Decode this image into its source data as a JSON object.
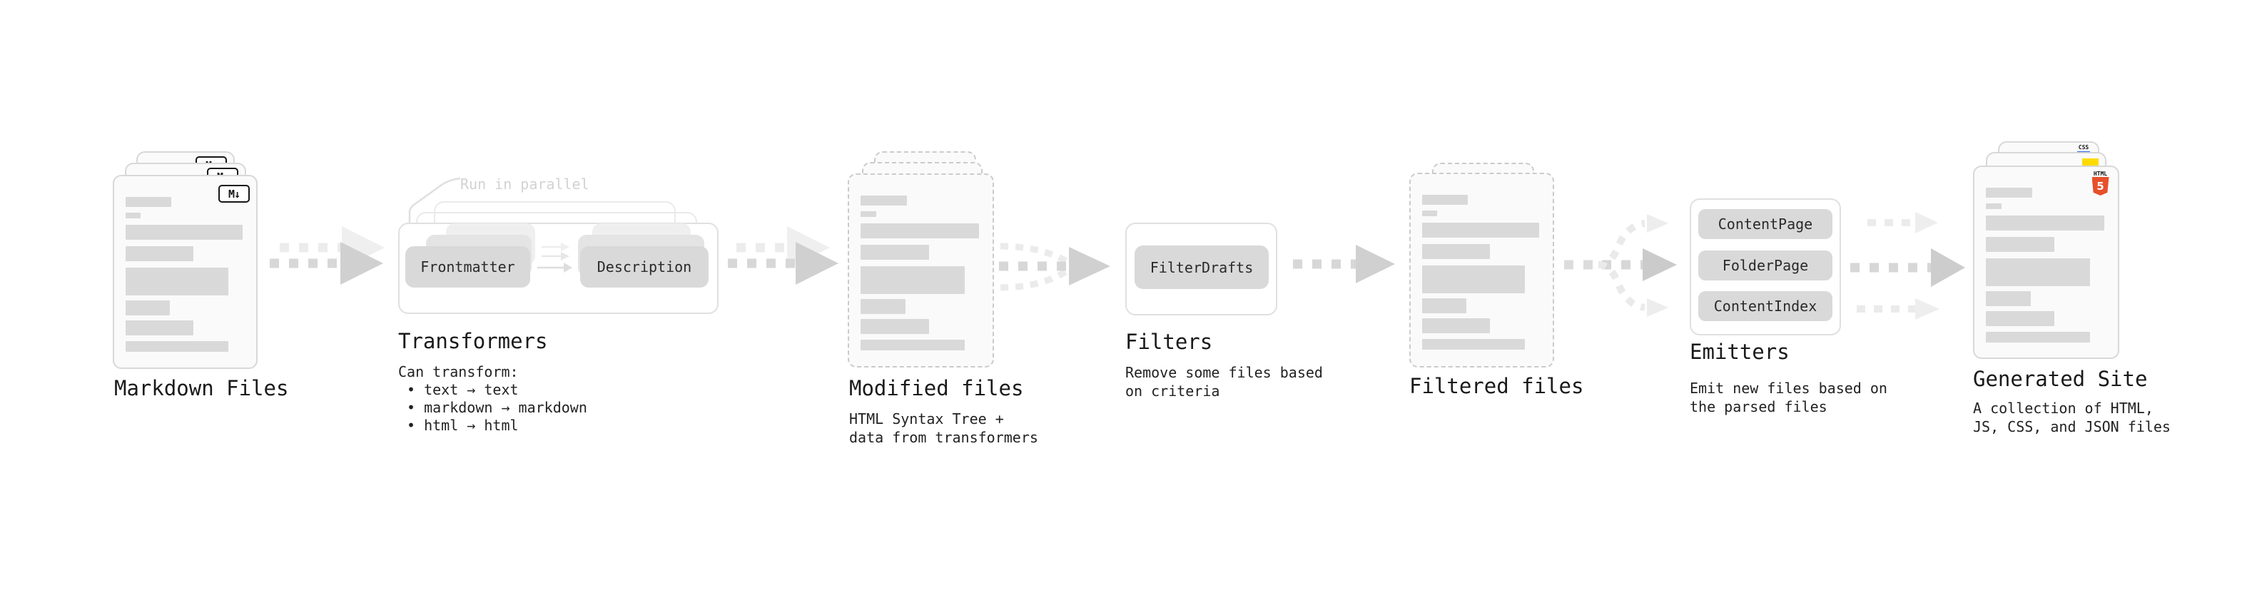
{
  "stages": {
    "markdown": {
      "label": "Markdown Files",
      "badge": "M↓"
    },
    "transformers": {
      "note": "Run in parallel",
      "pills": [
        "Frontmatter",
        "Description"
      ],
      "label": "Transformers",
      "desc_lines": [
        "Can transform:",
        "• text → text",
        "• markdown → markdown",
        "• html → html"
      ]
    },
    "modified": {
      "label": "Modified files",
      "desc_lines": [
        "HTML Syntax Tree +",
        "data from transformers"
      ]
    },
    "filters": {
      "pill": "FilterDrafts",
      "label": "Filters",
      "desc_lines": [
        "Remove some files based",
        "on criteria"
      ]
    },
    "filtered": {
      "label": "Filtered files"
    },
    "emitters": {
      "pills": [
        "ContentPage",
        "FolderPage",
        "ContentIndex"
      ],
      "label": "Emitters",
      "desc_lines": [
        "Emit new files based on",
        "the parsed files"
      ]
    },
    "generated": {
      "label": "Generated Site",
      "desc_lines": [
        "A collection of HTML,",
        "JS, CSS, and JSON files"
      ],
      "badges": {
        "css": "CSS",
        "html": "HTML",
        "html_number": "5"
      }
    }
  },
  "colors": {
    "html5_orange": "#E6502B",
    "js_yellow": "#FFDB00",
    "css_blue": "#2E6BE6"
  }
}
